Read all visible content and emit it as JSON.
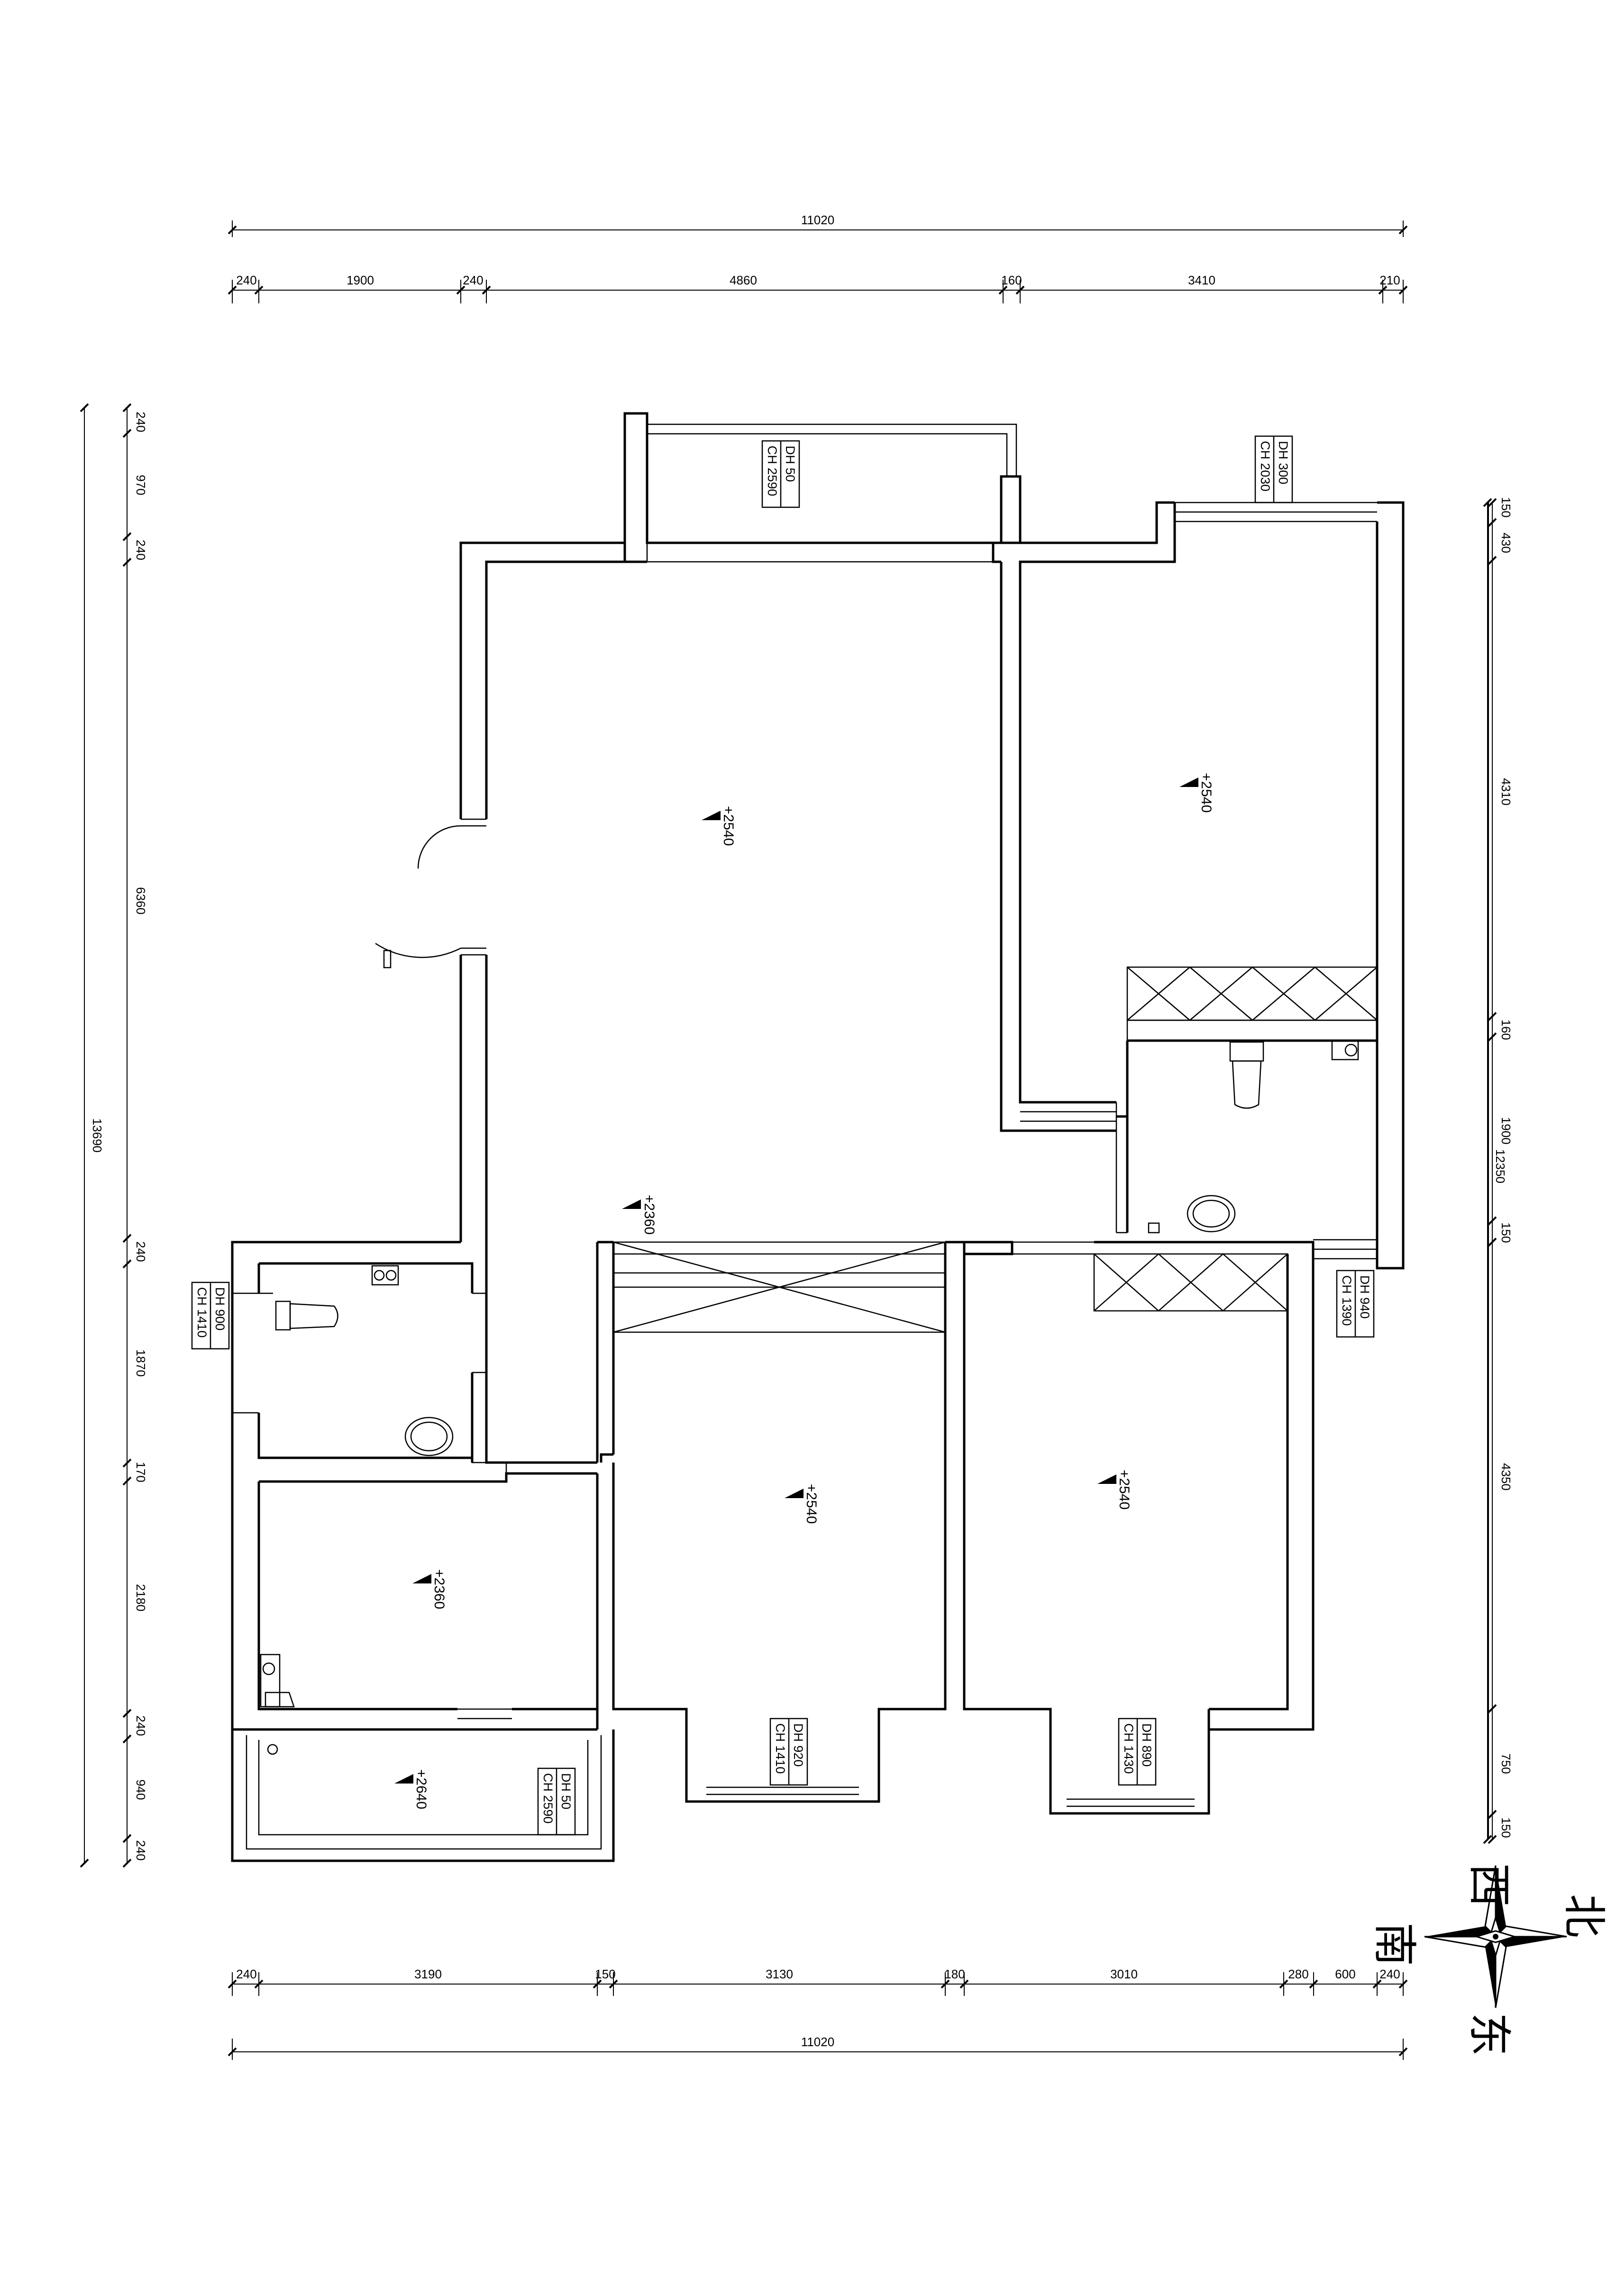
{
  "dimensions": {
    "top_total": "11020",
    "top_segments": [
      "240",
      "1900",
      "240",
      "4860",
      "160",
      "3410",
      "210"
    ],
    "bottom_segments": [
      "240",
      "3190",
      "150",
      "3130",
      "180",
      "3010",
      "280",
      "600",
      "240"
    ],
    "bottom_total": "11020",
    "left_total": "13690",
    "left_segments": [
      "240",
      "970",
      "240",
      "6360",
      "240",
      "1870",
      "170",
      "2180",
      "240",
      "940",
      "240"
    ],
    "right_total": "12350",
    "right_segments": [
      "150",
      "430",
      "4310",
      "160",
      "1900",
      "150",
      "4350",
      "750",
      "150"
    ]
  },
  "levels": {
    "living_upper": "+2540",
    "living_lower": "+2360",
    "bedroom_ne": "+2540",
    "bedroom_s_mid": "+2540",
    "bedroom_se": "+2540",
    "kitchen": "+2360",
    "balcony_sw": "+2640"
  },
  "windows": {
    "north_balcony": {
      "ch": "CH 2590",
      "dh": "DH 50"
    },
    "ne_bedroom": {
      "ch": "CH 2030",
      "dh": "DH 300"
    },
    "west_bath": {
      "ch": "CH 1410",
      "dh": "DH 900"
    },
    "east_bath": {
      "ch": "CH 1390",
      "dh": "DH 940"
    },
    "sw_balcony": {
      "ch": "CH 2590",
      "dh": "DH 50"
    },
    "s_mid_bay": {
      "ch": "CH 1410",
      "dh": "DH 920"
    },
    "se_bay": {
      "ch": "CH 1430",
      "dh": "DH 890"
    }
  },
  "compass": {
    "north": "北",
    "south": "南",
    "east": "东",
    "west": "西"
  }
}
